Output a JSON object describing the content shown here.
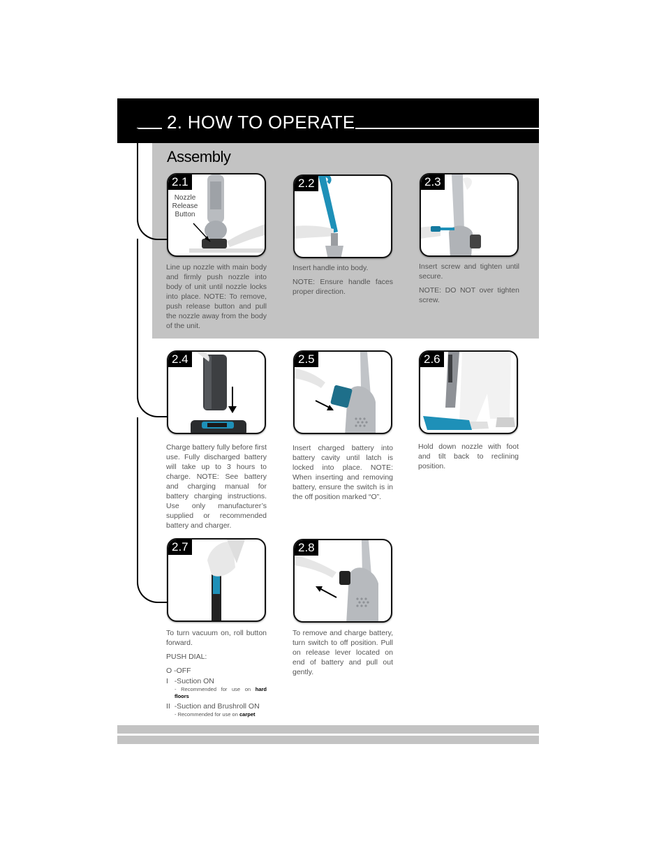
{
  "header": {
    "title": "2. HOW TO OPERATE"
  },
  "section": {
    "title": "Assembly"
  },
  "steps": [
    {
      "num": "2.1",
      "callout": "Nozzle Release Button",
      "caption": "Line up nozzle with main body and firmly push nozzle into body of unit until nozzle locks into place. NOTE: To remove, push release button and pull the nozzle away from the body of the unit."
    },
    {
      "num": "2.2",
      "caption": "Insert handle into body.",
      "note": "NOTE: Ensure handle faces proper direction."
    },
    {
      "num": "2.3",
      "caption": "Insert screw and tighten until secure.",
      "note": "NOTE: DO NOT over tighten screw."
    },
    {
      "num": "2.4",
      "caption": "Charge battery fully before first use. Fully discharged battery will take up to 3 hours to charge. NOTE: See battery and charging manual for battery charging instructions. Use only manufacturer’s supplied or recommended battery and charger."
    },
    {
      "num": "2.5",
      "caption": "Insert charged battery into battery cavity until latch is locked into place. NOTE: When inserting and removing battery, ensure the switch is in the off position marked “O”."
    },
    {
      "num": "2.6",
      "caption": "Hold down nozzle with foot and tilt back to reclining position."
    },
    {
      "num": "2.7",
      "caption": "To turn vacuum on, roll button forward.",
      "dial_label": "PUSH DIAL:",
      "modes": [
        {
          "symbol": "O",
          "label": "-OFF"
        },
        {
          "symbol": "I",
          "label": "-Suction ON",
          "sub_prefix": "- Recommended for use on",
          "sub_bold": "hard floors"
        },
        {
          "symbol": "II",
          "label": "-Suction and Brushroll ON",
          "sub_prefix": "- Recommended for use on",
          "sub_bold": "carpet"
        }
      ]
    },
    {
      "num": "2.8",
      "caption": "To remove and charge battery, turn switch to off position. Pull on release lever located on end of battery and pull out gently."
    }
  ],
  "colors": {
    "accent_blue": "#1e90b8",
    "header_bg": "#000000",
    "panel_grey": "#c3c3c3"
  },
  "icons": [
    "arrow-icon"
  ]
}
